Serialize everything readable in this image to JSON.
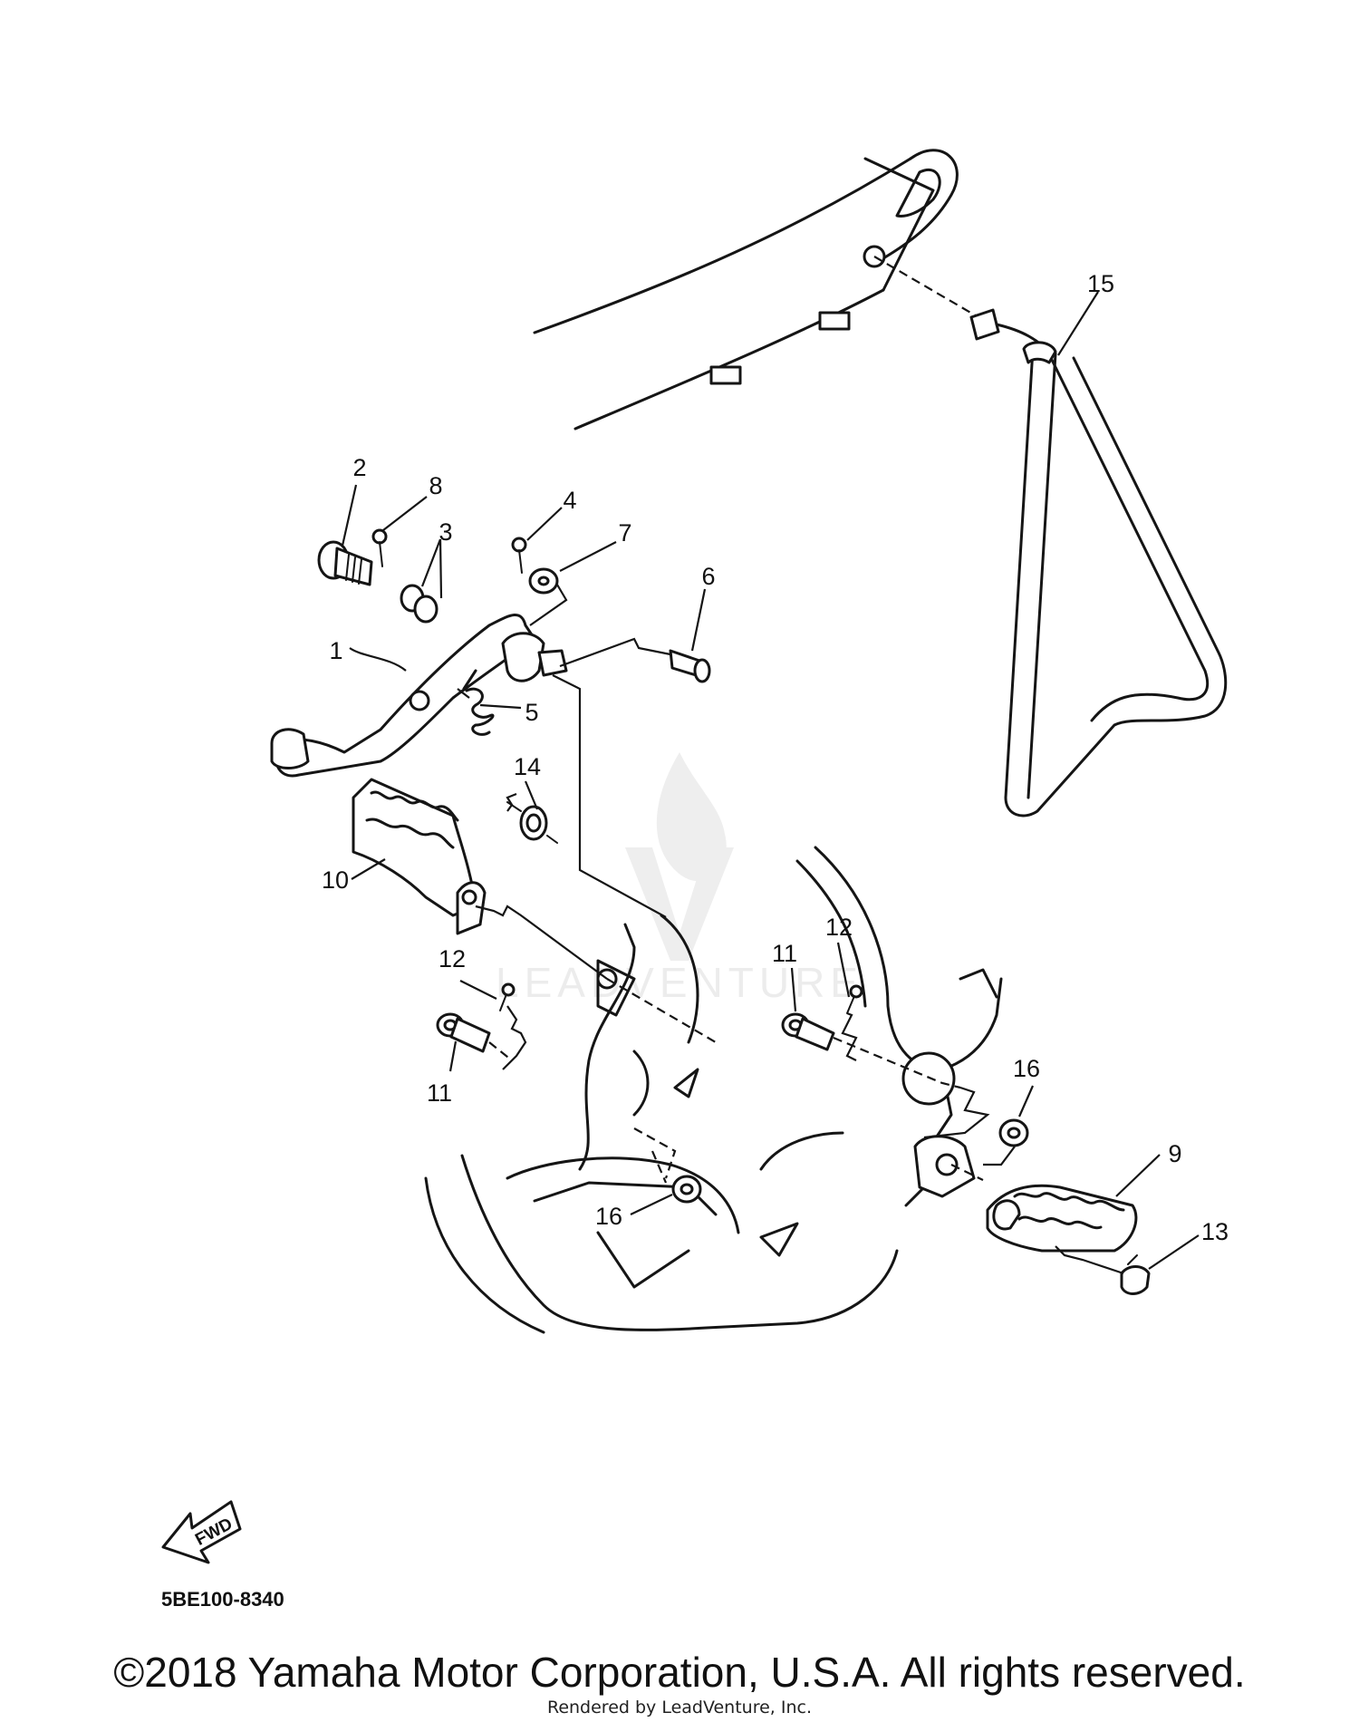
{
  "callouts": [
    {
      "id": "c1",
      "text": "1"
    },
    {
      "id": "c2",
      "text": "2"
    },
    {
      "id": "c3",
      "text": "3"
    },
    {
      "id": "c4",
      "text": "4"
    },
    {
      "id": "c5",
      "text": "5"
    },
    {
      "id": "c6",
      "text": "6"
    },
    {
      "id": "c7",
      "text": "7"
    },
    {
      "id": "c8",
      "text": "8"
    },
    {
      "id": "c9",
      "text": "9"
    },
    {
      "id": "c10",
      "text": "10"
    },
    {
      "id": "c11a",
      "text": "11"
    },
    {
      "id": "c11b",
      "text": "11"
    },
    {
      "id": "c12a",
      "text": "12"
    },
    {
      "id": "c12b",
      "text": "12"
    },
    {
      "id": "c13",
      "text": "13"
    },
    {
      "id": "c14",
      "text": "14"
    },
    {
      "id": "c15",
      "text": "15"
    },
    {
      "id": "c16a",
      "text": "16"
    },
    {
      "id": "c16b",
      "text": "16"
    }
  ],
  "fwd_label": "FWD",
  "part_code": "5BE100-8340",
  "watermark": "LEADVENTURE",
  "copyright": "©2018 Yamaha Motor Corporation, U.S.A. All rights reserved.",
  "rendered_by": "Rendered by LeadVenture, Inc."
}
